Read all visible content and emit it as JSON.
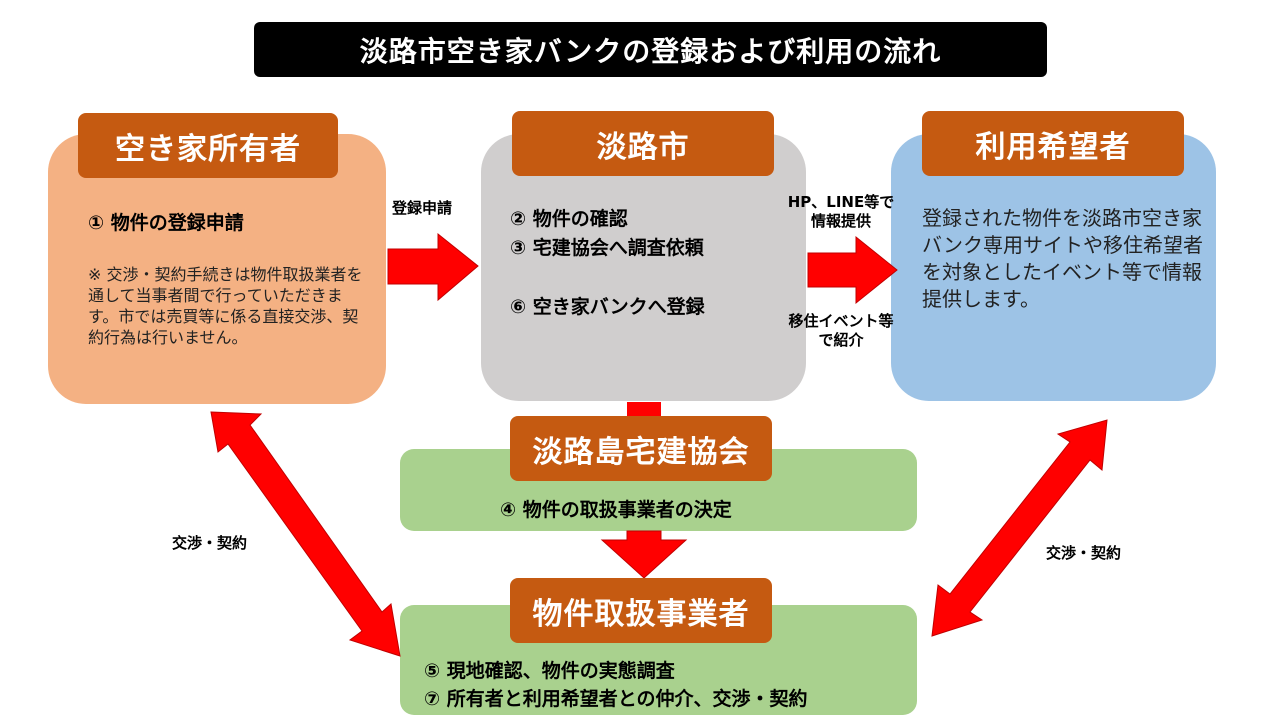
{
  "title": "淡路市空き家バンクの登録および利用の流れ",
  "owner": {
    "header": "空き家所有者",
    "step1": "① 物件の登録申請",
    "note": "※ 交渉・契約手続きは物件取扱業者を通して当事者間で行っていただきます。市では売買等に係る直接交渉、契約行為は行いません。"
  },
  "city": {
    "header": "淡路市",
    "step2": "② 物件の確認",
    "step3": "③ 宅建協会へ調査依頼",
    "step6": "⑥ 空き家バンクへ登録"
  },
  "user": {
    "header": "利用希望者",
    "text": "登録された物件を淡路市空き家バンク専用サイトや移住希望者を対象としたイベント等で情報提供します。"
  },
  "association": {
    "header": "淡路島宅建協会",
    "step4": "④ 物件の取扱事業者の決定"
  },
  "broker": {
    "header": "物件取扱事業者",
    "step5": "⑤ 現地確認、物件の実態調査",
    "step7": "⑦ 所有者と利用希望者との仲介、交渉・契約"
  },
  "labels": {
    "registration_request": "登録申請",
    "info_hp_line_1": "HP、LINE等で",
    "info_hp_line_2": "情報提供",
    "info_event_1": "移住イベント等",
    "info_event_2": "で紹介",
    "negotiation_left": "交渉・契約",
    "negotiation_right": "交渉・契約"
  },
  "colors": {
    "header_bg": "#c55a11",
    "owner_panel": "#f4b183",
    "city_panel": "#d0cece",
    "user_panel": "#9dc3e6",
    "green_panel": "#a9d18e",
    "arrow": "#ff0000",
    "title_bg": "#000000"
  }
}
